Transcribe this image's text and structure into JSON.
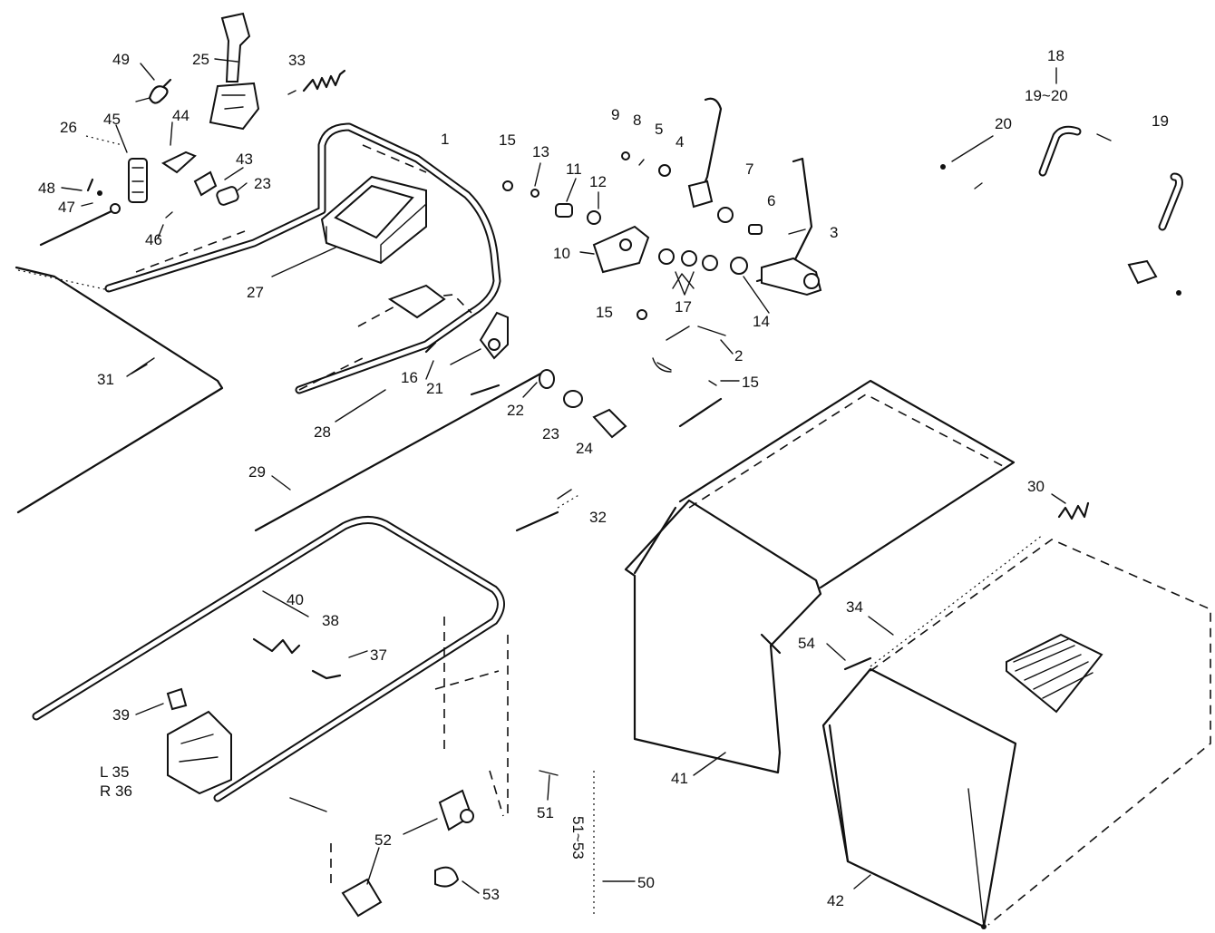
{
  "diagram": {
    "callouts": [
      "49",
      "25",
      "33",
      "45",
      "44",
      "26",
      "43",
      "23",
      "48",
      "47",
      "46",
      "1",
      "27",
      "31",
      "16",
      "21",
      "28",
      "29",
      "40",
      "38",
      "37",
      "39",
      "L 35",
      "R 36",
      "52",
      "53",
      "51",
      "51~53",
      "50",
      "15",
      "13",
      "11",
      "12",
      "10",
      "9",
      "8",
      "5",
      "4",
      "7",
      "6",
      "3",
      "17",
      "14",
      "15",
      "2",
      "15",
      "22",
      "23",
      "24",
      "32",
      "18",
      "19~20",
      "20",
      "19",
      "30",
      "34",
      "54",
      "41",
      "42"
    ]
  }
}
